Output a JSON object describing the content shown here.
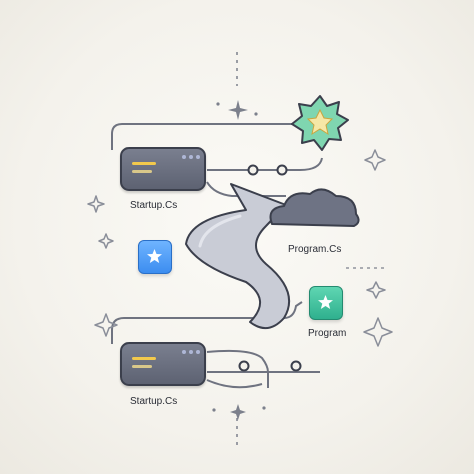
{
  "labels": {
    "startup_top": "Startup.Cs",
    "program_cs": "Program.Cs",
    "program": "Program",
    "startup_bottom": "Startup.Cs"
  },
  "colors": {
    "server_body": "#6b7080",
    "server_border": "#3b3f4c",
    "server_bar": "#f2c94c",
    "cloud": "#6e7384",
    "arrow": "#c9ccd6",
    "badge": "#7fd6b0",
    "star": "#f6e7a6",
    "blue_tile": "#4a96f5",
    "green_tile": "#3cc09c",
    "connector": "#6f7380"
  },
  "icons": [
    "server-icon",
    "cloud-icon",
    "curved-arrow-icon",
    "star-badge-icon",
    "star-tile-icon",
    "sparkle-icon"
  ]
}
